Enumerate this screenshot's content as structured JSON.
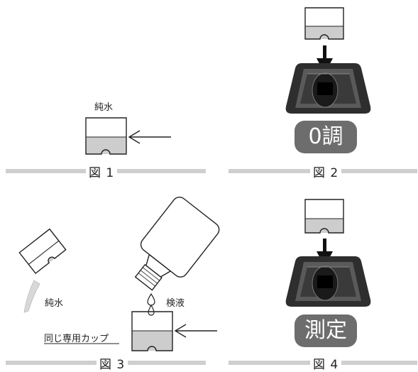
{
  "figure1": {
    "cup_label": "純水",
    "caption": "図 1"
  },
  "figure2": {
    "button_label": "0調",
    "caption": "図 2"
  },
  "figure3": {
    "pour_label": "純水",
    "sample_label": "検液",
    "cup_note": "同じ専用カップ",
    "caption": "図 3"
  },
  "figure4": {
    "button_label": "測定",
    "caption": "図 4"
  },
  "colors": {
    "divider": "#cfcfcf",
    "button_bg": "#6d6d6d",
    "meter_body": "#2e2e2e",
    "liquid": "#c8c8c8"
  }
}
